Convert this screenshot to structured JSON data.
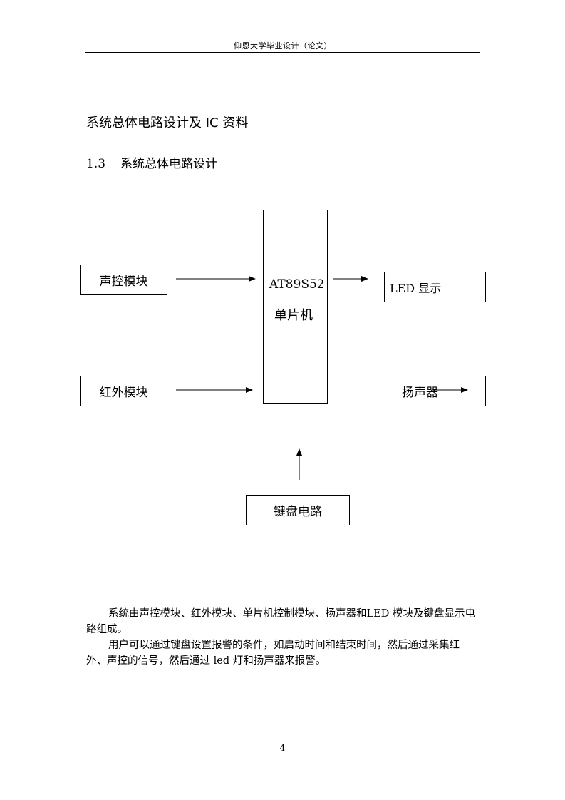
{
  "header": {
    "title": "仰恩大学毕业设计（论文）"
  },
  "section": {
    "title": "系统总体电路设计及 IC 资料"
  },
  "subsection": {
    "number": "1.3",
    "title": "系统总体电路设计"
  },
  "diagram": {
    "voice_module": "声控模块",
    "ir_module": "红外模块",
    "mcu_model": "AT89S52",
    "mcu_label": "单片机",
    "led_display": "LED 显示",
    "speaker": "扬声器",
    "keypad_circuit": "键盘电路"
  },
  "body": {
    "paragraph1": "系统由声控模块、红外模块、单片机控制模块、扬声器和LED 模块及键盘显示电路组成。",
    "paragraph2": "用户可以通过键盘设置报警的条件，如启动时间和结束时间，然后通过采集红外、声控的信号，然后通过 led 灯和扬声器来报警。"
  },
  "footer": {
    "page_number": "4"
  }
}
